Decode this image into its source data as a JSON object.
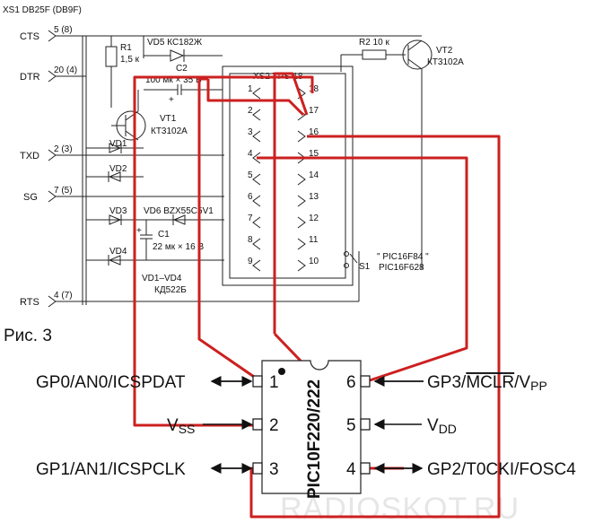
{
  "connector": {
    "title": "XS1 DB25F (DB9F)",
    "pins": [
      {
        "name": "CTS",
        "num": "5 (8)"
      },
      {
        "name": "DTR",
        "num": "20 (4)"
      },
      {
        "name": "TXD",
        "num": "2 (3)"
      },
      {
        "name": "SG",
        "num": "7 (5)"
      },
      {
        "name": "RTS",
        "num": "4 (7)"
      }
    ]
  },
  "components": {
    "r1": "R1",
    "r1_val": "1,5 к",
    "vd5": "VD5 КС182Ж",
    "c2": "C2",
    "c2_val": "100 мк × 35 В",
    "r2": "R2 10 к",
    "vt2": "VT2",
    "vt2_type": "КТ3102А",
    "vt1": "VT1",
    "vt1_type": "КТ3102А",
    "vd1": "VD1",
    "vd2": "VD2",
    "vd3": "VD3",
    "vd4": "VD4",
    "vd6": "VD6 BZX55C5V1",
    "c1": "C1",
    "c1_val": "22 мк × 16 В",
    "vd_note": "VD1–VD4",
    "vd_type": "КД522Б",
    "socket": "XS2 TPS-18",
    "s1": "S1",
    "s1_pos1": "\" PIC16F84 \"",
    "s1_pos2": "PIC16F628",
    "plus1": "+",
    "plus2": "+"
  },
  "socket_pins": {
    "left": [
      "1",
      "2",
      "3",
      "4",
      "5",
      "6",
      "7",
      "8",
      "9"
    ],
    "right": [
      "18",
      "17",
      "16",
      "15",
      "14",
      "13",
      "12",
      "11",
      "10"
    ]
  },
  "figure_caption": "Рис. 3",
  "chip": {
    "name": "PIC10F220/222",
    "pin_numbers": [
      "1",
      "2",
      "3",
      "4",
      "5",
      "6"
    ],
    "labels": {
      "gp0": "GP0/AN0/ICSPDAT",
      "vss_v": "V",
      "vss_sub": "SS",
      "gp1": "GP1/AN1/ICSPCLK",
      "gp3_pre": "GP3/",
      "gp3_over": "MCLR",
      "gp3_post": "/V",
      "gp3_sub": "PP",
      "vdd_v": "V",
      "vdd_sub": "DD",
      "gp2": "GP2/T0CKI/FOSC4"
    }
  },
  "watermark": "RADIOSKOT.RU",
  "colors": {
    "wire_red": "#cc2020",
    "ink": "#111111"
  }
}
